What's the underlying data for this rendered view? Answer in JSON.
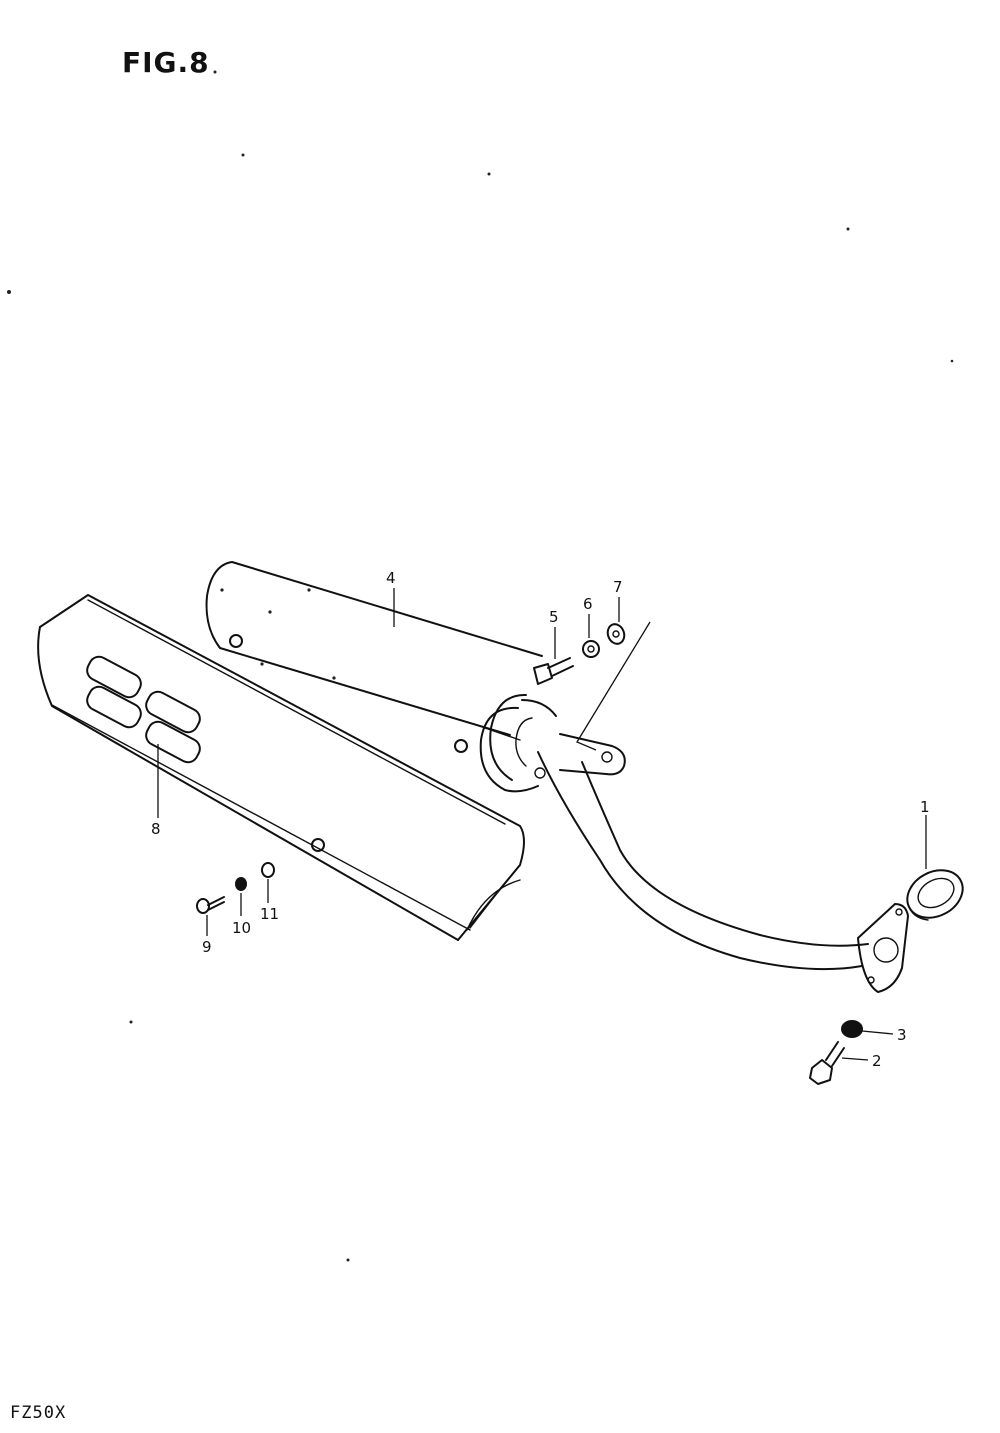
{
  "figure": {
    "title": "FIG.8",
    "model_code": "FZ50X"
  },
  "callouts": [
    {
      "id": "c1",
      "label": "1",
      "part": "exhaust-gasket"
    },
    {
      "id": "c2",
      "label": "2",
      "part": "flange-bolt"
    },
    {
      "id": "c3",
      "label": "3",
      "part": "flange-nut"
    },
    {
      "id": "c4",
      "label": "4",
      "part": "muffler"
    },
    {
      "id": "c5",
      "label": "5",
      "part": "muffler-mount-bolt"
    },
    {
      "id": "c6",
      "label": "6",
      "part": "mount-nut"
    },
    {
      "id": "c7",
      "label": "7",
      "part": "mount-washer"
    },
    {
      "id": "c8",
      "label": "8",
      "part": "muffler-heat-shield"
    },
    {
      "id": "c9",
      "label": "9",
      "part": "shield-screw"
    },
    {
      "id": "c10",
      "label": "10",
      "part": "shield-washer"
    },
    {
      "id": "c11",
      "label": "11",
      "part": "shield-grommet"
    }
  ]
}
